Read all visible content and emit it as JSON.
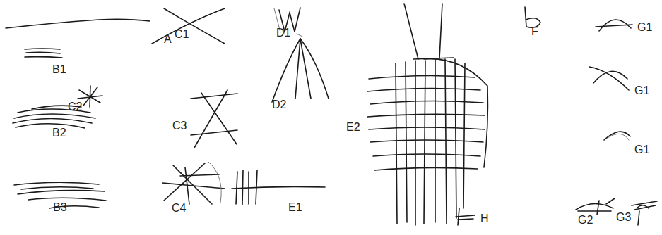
{
  "diagram": {
    "labels": [
      "A",
      "C1",
      "D1",
      "F",
      "G1",
      "B1",
      "C2",
      "D2",
      "G1",
      "E2",
      "B2",
      "C3",
      "G1",
      "B3",
      "C4",
      "E1",
      "H",
      "G2",
      "G3"
    ]
  }
}
